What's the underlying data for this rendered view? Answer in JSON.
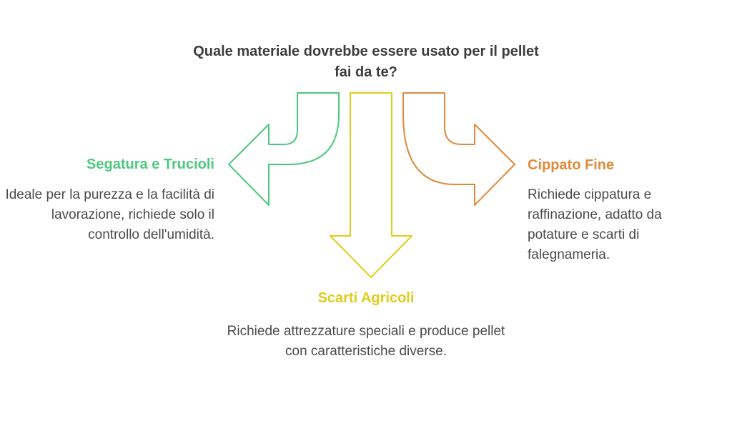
{
  "question": "Quale materiale dovrebbe essere usato per il pellet fai da te?",
  "options": [
    {
      "title": "Segatura e Trucioli",
      "description": "Ideale per la purezza e la facilità di lavorazione, richiede solo il controllo dell'umidità.",
      "color": "#4cc97e"
    },
    {
      "title": "Scarti Agricoli",
      "description": "Richiede attrezzature speciali e produce pellet con caratteristiche diverse.",
      "color": "#e2cc1b"
    },
    {
      "title": "Cippato Fine",
      "description": "Richiede cippatura e raffinazione, adatto da potature e scarti di falegnameria.",
      "color": "#e08a3c"
    }
  ]
}
